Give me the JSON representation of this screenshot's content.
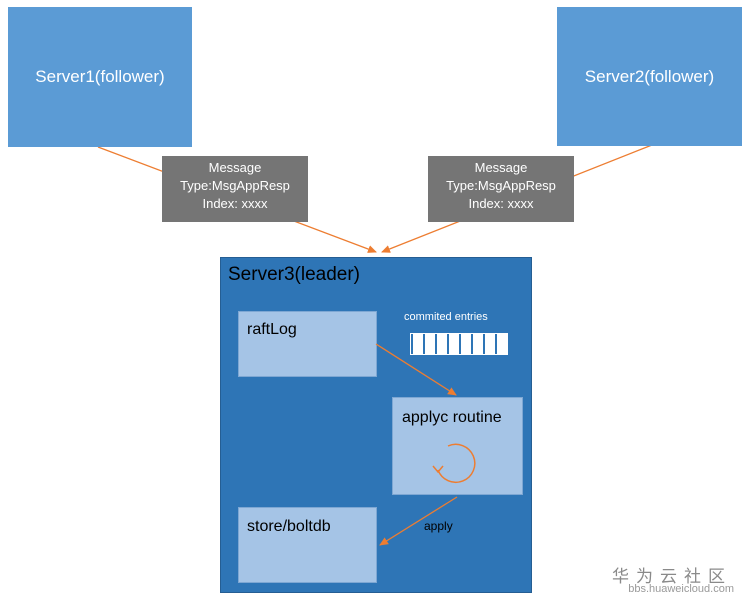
{
  "server1": {
    "label": "Server1(follower)"
  },
  "server2": {
    "label": "Server2(follower)"
  },
  "message1": {
    "line1": "Message",
    "line2": "Type:MsgAppResp",
    "line3": "Index: xxxx"
  },
  "message2": {
    "line1": "Message",
    "line2": "Type:MsgAppResp",
    "line3": "Index: xxxx"
  },
  "leader": {
    "title": "Server3(leader)",
    "raftlog_label": "raftLog",
    "committed_label": "commited entries",
    "committed_count": 8,
    "applyc_label": "applyc routine",
    "store_label": "store/boltdb",
    "apply_label": "apply"
  },
  "watermark": {
    "main": "华为云社区",
    "sub": "bbs.huaweicloud.com"
  },
  "colors": {
    "follower_fill": "#5b9bd5",
    "message_fill": "#757575",
    "leader_fill": "#2e75b6",
    "inner_fill": "#a5c4e6",
    "arrow": "#ed7d31"
  }
}
